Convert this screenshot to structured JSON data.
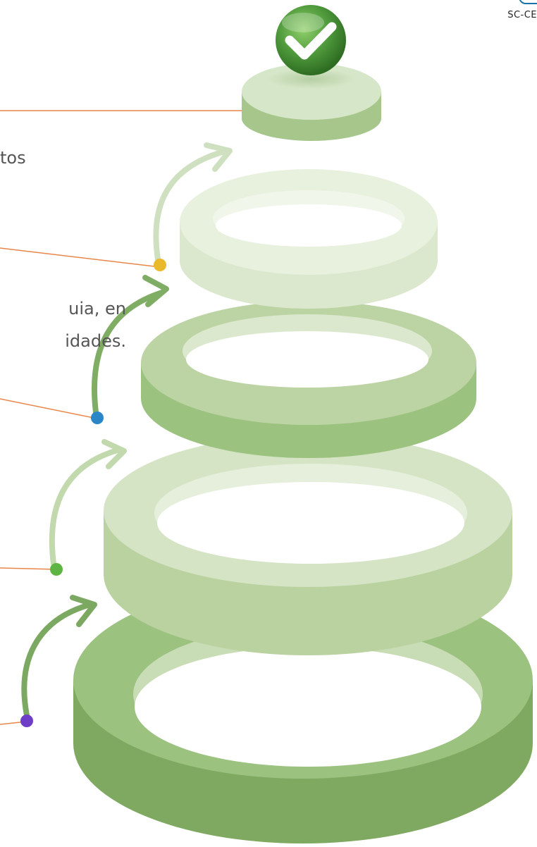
{
  "logo": {
    "text": "SC-CE"
  },
  "text_fragments": [
    {
      "text": "tos"
    },
    {
      "text": "uia, en"
    },
    {
      "text": "idades."
    }
  ],
  "colors": {
    "connector_line": "#e8864a",
    "dot_yellow": "#e9b92a",
    "dot_blue": "#2b86c7",
    "dot_green": "#5fb544",
    "dot_purple": "#6f3ec7",
    "ring_dark": "#8ab56d",
    "ring_light": "#cfe0bf",
    "check_badge": "#4f9a3c"
  },
  "icons": {
    "badge": "check-icon"
  }
}
